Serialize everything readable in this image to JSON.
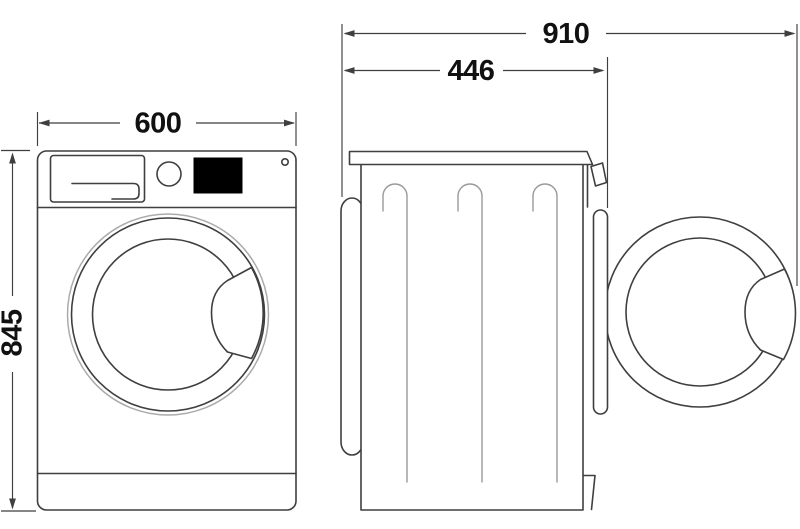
{
  "dimensions": {
    "front_width": "600",
    "front_height": "845",
    "side_depth_door_open": "910",
    "side_depth_body": "446"
  },
  "colors": {
    "outline": "#3f3f3f",
    "light_detail": "#9a9a9a",
    "door_seal_gray": "#ababab",
    "display_fill": "#000000",
    "label_text": "#111111",
    "background": "#ffffff"
  }
}
